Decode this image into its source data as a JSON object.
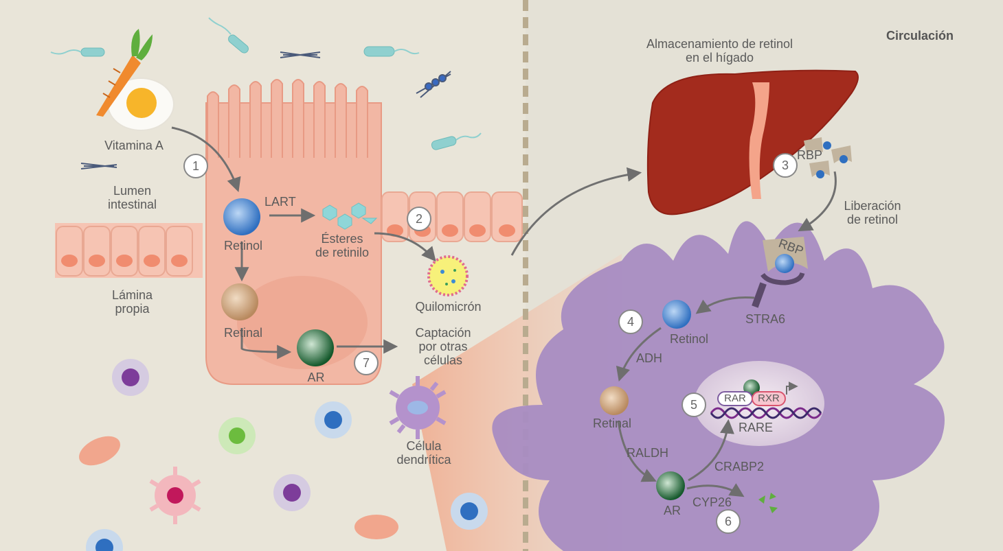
{
  "header": {
    "circulation": "Circulación"
  },
  "left": {
    "vitamin_a": "Vitamina A",
    "lumen": "Lumen\nintestinal",
    "lamina": "Lámina\npropia",
    "lart": "LART",
    "retinol": "Retinol",
    "esters": "Ésteres\nde retinilo",
    "retinal": "Retinal",
    "ar": "AR",
    "chylomicron": "Quilomicrón",
    "uptake": "Captación\npor otras\ncélulas",
    "dendritic": "Célula\ndendrítica"
  },
  "right": {
    "liver_storage": "Almacenamiento de retinol\nen el hígado",
    "rbp_top": "RBP",
    "release": "Liberación\nde retinol",
    "rbp_receptor": "RBP",
    "stra6": "STRA6",
    "retinol": "Retinol",
    "adh": "ADH",
    "retinal": "Retinal",
    "raldh": "RALDH",
    "ar": "AR",
    "crabp2": "CRABP2",
    "cyp26": "CYP26",
    "rar": "RAR",
    "rxr": "RXR",
    "rare": "RARE"
  },
  "steps": [
    "1",
    "2",
    "3",
    "4",
    "5",
    "6",
    "7"
  ],
  "colors": {
    "background": "#e6e1d5",
    "enterocyte": "#f2b7a4",
    "liver": "#a32b1d",
    "dendritic_cell": "#a88cc2",
    "retinol_ball": "#3a78c2",
    "retinal_ball": "#c8a17c",
    "ar_ball": "#1f6b36",
    "arrow": "#707070"
  }
}
